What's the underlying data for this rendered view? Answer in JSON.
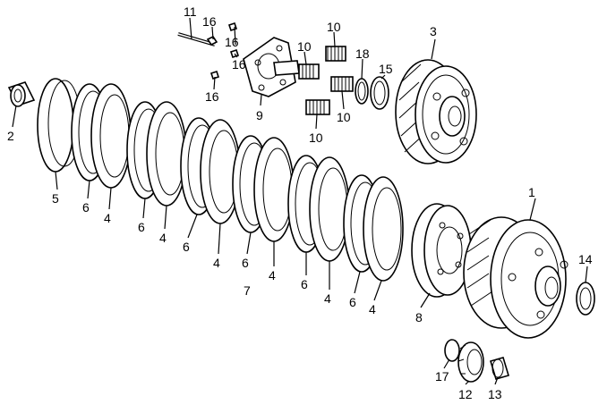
{
  "labels": {
    "p11": "11",
    "p16a": "16",
    "p16b": "16",
    "p16c": "16",
    "p16d": "16",
    "p10a": "10",
    "p10b": "10",
    "p10c": "10",
    "p10d": "10",
    "p18": "18",
    "p3": "3",
    "p15": "15",
    "p9": "9",
    "p2": "2",
    "p5": "5",
    "p6a": "6",
    "p4a": "4",
    "p6b": "6",
    "p4b": "4",
    "p6c": "6",
    "p4c": "4",
    "p6d": "6",
    "p7": "7",
    "p4d": "4",
    "p6e": "6",
    "p4e": "4",
    "p6f": "6",
    "p4f": "4",
    "p8": "8",
    "p1": "1",
    "p14": "14",
    "p17": "17",
    "p12": "12",
    "p13": "13"
  }
}
